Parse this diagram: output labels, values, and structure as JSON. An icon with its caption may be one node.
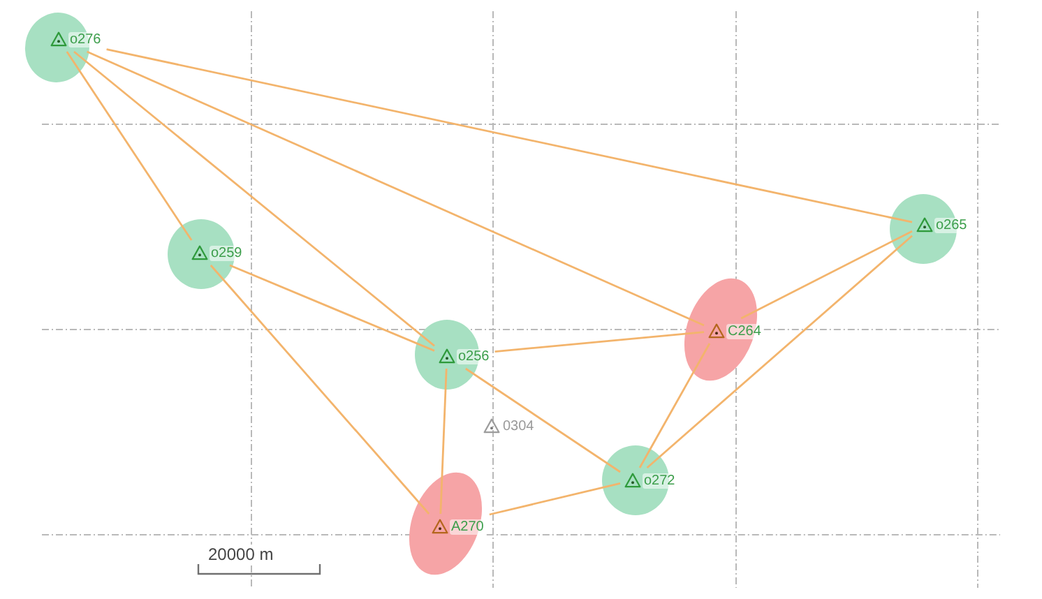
{
  "diagram": {
    "nodes": [
      {
        "text": [
          "o276"
        ]
      },
      {
        "text": [
          "o265"
        ]
      },
      {
        "text": [
          "o259"
        ]
      },
      {
        "text": [
          "C264"
        ]
      },
      {
        "text": [
          "o256"
        ]
      },
      {
        "text": [
          "0304"
        ]
      },
      {
        "text": [
          "o272"
        ]
      },
      {
        "text": [
          "A270"
        ]
      }
    ],
    "edges": [
      {
        "from": 0,
        "to": 1,
        "arrow": "none"
      },
      {
        "from": 0,
        "to": 3,
        "arrow": "none"
      },
      {
        "from": 0,
        "to": 4,
        "arrow": "none"
      },
      {
        "from": 0,
        "to": 2,
        "arrow": "none"
      },
      {
        "from": 1,
        "to": 3,
        "arrow": "none"
      },
      {
        "from": 1,
        "to": 6,
        "arrow": "none"
      },
      {
        "from": 2,
        "to": 4,
        "arrow": "none"
      },
      {
        "from": 2,
        "to": 7,
        "arrow": "none"
      },
      {
        "from": 3,
        "to": 4,
        "arrow": "none"
      },
      {
        "from": 3,
        "to": 6,
        "arrow": "none"
      },
      {
        "from": 4,
        "to": 6,
        "arrow": "none"
      },
      {
        "from": 4,
        "to": 7,
        "arrow": "none"
      },
      {
        "from": 6,
        "to": 7,
        "arrow": "none"
      }
    ],
    "labels": [
      "20000 m"
    ]
  }
}
